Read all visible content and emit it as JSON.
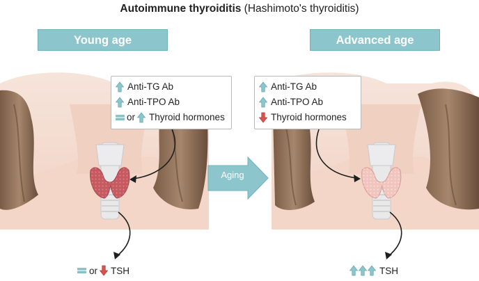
{
  "title": {
    "bold": "Autoimmune thyroiditis",
    "rest": " (Hashimoto's thyroiditis)"
  },
  "panels": {
    "young": {
      "label": "Young age",
      "rows": [
        "Anti-TG Ab",
        "Anti-TPO Ab",
        "Thyroid hormones"
      ],
      "or_text": "or",
      "tsh_or": "or",
      "tsh_label": "TSH"
    },
    "advanced": {
      "label": "Advanced age",
      "rows": [
        "Anti-TG Ab",
        "Anti-TPO Ab",
        "Thyroid hormones"
      ],
      "tsh_label": "TSH"
    }
  },
  "center_arrow_label": "Aging",
  "icons": [
    "up-arrow-icon",
    "down-arrow-icon",
    "equal-sign-icon"
  ],
  "colors": {
    "banner": "#8cc6cc",
    "up_arrow": "#8cc6cc",
    "down_arrow": "#d9534f",
    "thyroid_inflamed": "#c75a5f",
    "thyroid_atrophic": "#f0c2bd",
    "hair": "#8a6a52",
    "skin": "#f4dcd0"
  }
}
